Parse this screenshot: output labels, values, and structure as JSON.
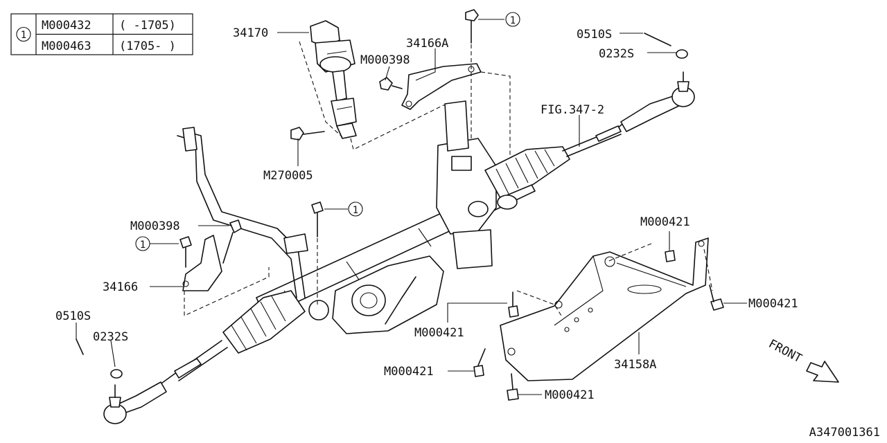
{
  "legend": {
    "marker": "1",
    "rows": [
      {
        "code": "M000432",
        "range": "( -1705)"
      },
      {
        "code": "M000463",
        "range": "(1705- )"
      }
    ]
  },
  "callouts": [
    {
      "id": "c-34170",
      "text": "34170"
    },
    {
      "id": "c-34166A",
      "text": "34166A"
    },
    {
      "id": "c-m000398-top",
      "text": "M000398"
    },
    {
      "id": "c-m270005",
      "text": "M270005"
    },
    {
      "id": "c-0510s-right",
      "text": "0510S"
    },
    {
      "id": "c-0232s-right",
      "text": "0232S"
    },
    {
      "id": "c-fig347",
      "text": "FIG.347-2"
    },
    {
      "id": "c-m000398-left",
      "text": "M000398"
    },
    {
      "id": "c-34166",
      "text": "34166"
    },
    {
      "id": "c-0510s-left",
      "text": "0510S"
    },
    {
      "id": "c-0232s-left",
      "text": "0232S"
    },
    {
      "id": "c-m000421-a",
      "text": "M000421"
    },
    {
      "id": "c-m000421-b",
      "text": "M000421"
    },
    {
      "id": "c-m000421-c",
      "text": "M000421"
    },
    {
      "id": "c-m000421-d",
      "text": "M000421"
    },
    {
      "id": "c-m000421-e",
      "text": "M000421"
    },
    {
      "id": "c-34158A",
      "text": "34158A"
    }
  ],
  "circle_markers": [
    "1",
    "1",
    "1"
  ],
  "front_label": "FRONT",
  "diagram_id": "A347001361"
}
